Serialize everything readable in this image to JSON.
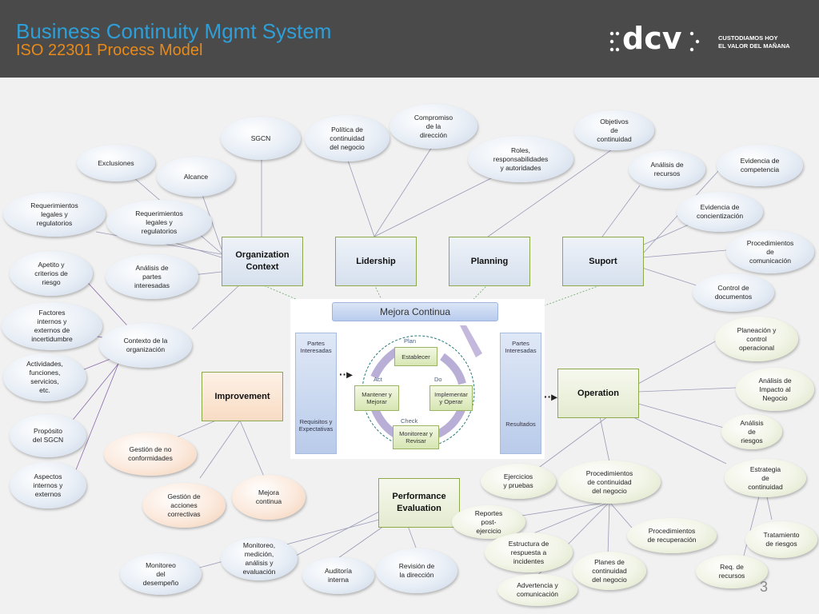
{
  "header": {
    "title": "Business Continuity Mgmt System",
    "subtitle": "ISO 22301 Process Model",
    "logo_text": "dcv",
    "tagline_1": "CUSTODIAMOS HOY",
    "tagline_2": "EL VALOR DEL MAÑANA"
  },
  "boxes": {
    "org_context": "Organization\nContext",
    "lidership": "Lidership",
    "planning": "Planning",
    "suport": "Suport",
    "improvement": "Improvement",
    "operation": "Operation",
    "performance": "Performance\nEvaluation"
  },
  "pdca": {
    "banner": "Mejora Continua",
    "left_top": "Partes\nInteresadas",
    "left_bottom": "Requisitos y\nExpectativas",
    "right_top": "Partes\nInteresadas",
    "right_bottom": "Resultados",
    "plan": "Plan",
    "do": "Do",
    "check": "Check",
    "act": "Act",
    "establecer": "Establecer",
    "implementar": "Implementar\ny Operar",
    "monitorear": "Monitorear y\nRevisar",
    "mantener": "Mantener y\nMejorar"
  },
  "ellipses": {
    "exclusiones": "Exclusiones",
    "alcance": "Alcance",
    "sgcn": "SGCN",
    "req_legales_1": "Requerimientos\nlegales y\nregulatorios",
    "req_legales_2": "Requerimientos\nlegales y\nregulatorios",
    "apetito": "Apetito y\ncriterios de\nriesgo",
    "analisis_partes": "Análisis  de\npartes\ninteresadas",
    "factores": "Factores\ninternos y\nexternos de\nincertidumbre",
    "contexto": "Contexto de la\norganización",
    "actividades": "Actividades,\nfunciones,\nservicios,\netc.",
    "proposito": "Propósito\ndel SGCN",
    "aspectos": "Aspectos\ninternos y\nexternos",
    "politica": "Política de\ncontinuidad\ndel negocio",
    "compromiso": "Compromiso\nde la\ndirección",
    "roles": "Roles,\nresponsabilidades\ny autoridades",
    "objetivos": "Objetivos\nde\ncontinuidad",
    "analisis_recursos": "Análisis de\nrecursos",
    "evidencia_comp": "Evidencia de\ncompetencia",
    "evidencia_conc": "Evidencia de\nconcientización",
    "procedimientos_com": "Procedimientos\nde\ncomunicación",
    "control_doc": "Control de\ndocumentos",
    "planeacion": "Planeación y\ncontrol\noperacional",
    "analisis_impacto": "Análisis  de\nImpacto al\nNegocio",
    "analisis_riesgos": "Análisis\nde\nriesgos",
    "estrategia": "Estrategia\nde\ncontinuidad",
    "tratamiento": "Tratamiento\nde riesgos",
    "req_recursos": "Req. de\nrecursos",
    "ejercicios": "Ejercicios\ny pruebas",
    "proc_continuidad": "Procedimientos\nde continuidad\ndel negocio",
    "reportes": "Reportes\npost-\nejercicio",
    "proc_recuperacion": "Procedimientos\nde recuperación",
    "estructura": "Estructura de\nrespuesta a\nincidentes",
    "planes": "Planes de\ncontinuidad\ndel negocio",
    "advertencia": "Advertencia y\ncomunicación",
    "gestion_no_conf": "Gestión de no\nconformidades",
    "gestion_acciones": "Gestión de\nacciones\ncorrectivas",
    "mejora": "Mejora\ncontinua",
    "monitoreo_desempeno": "Monitoreo\ndel\ndesempeño",
    "monitoreo_medicion": "Monitoreo,\nmedición,\nanálisis y\nevaluación",
    "auditoria": "Auditoría\ninterna",
    "revision": "Revisión de\nla dirección"
  },
  "page_number": "3",
  "colors": {
    "header_bg": "#4a4a4a",
    "title": "#2e9fd8",
    "subtitle": "#e88a1a",
    "connector_gray": "#9a9ab8",
    "connector_purple": "#8a6aaa",
    "connector_green_dotted": "#6aa86a"
  }
}
